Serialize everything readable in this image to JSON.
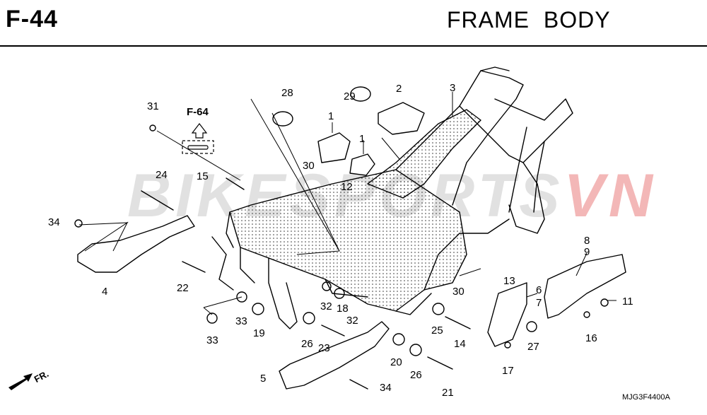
{
  "header": {
    "section_code": "F-44",
    "title": "FRAME  BODY"
  },
  "watermark": {
    "text_main": "BIKESPORTS",
    "text_accent": "VN"
  },
  "reference": {
    "label": "F-64"
  },
  "footer": {
    "diagram_code": "MJG3F4400A",
    "direction_label": "FR."
  },
  "part_callouts": [
    "31",
    "28",
    "29",
    "2",
    "3",
    "1",
    "1",
    "30",
    "12",
    "24",
    "15",
    "34",
    "4",
    "22",
    "8",
    "9",
    "13",
    "6",
    "7",
    "30",
    "11",
    "32",
    "18",
    "32",
    "33",
    "19",
    "26",
    "23",
    "25",
    "14",
    "27",
    "16",
    "17",
    "20",
    "26",
    "5",
    "34",
    "21",
    "33"
  ]
}
